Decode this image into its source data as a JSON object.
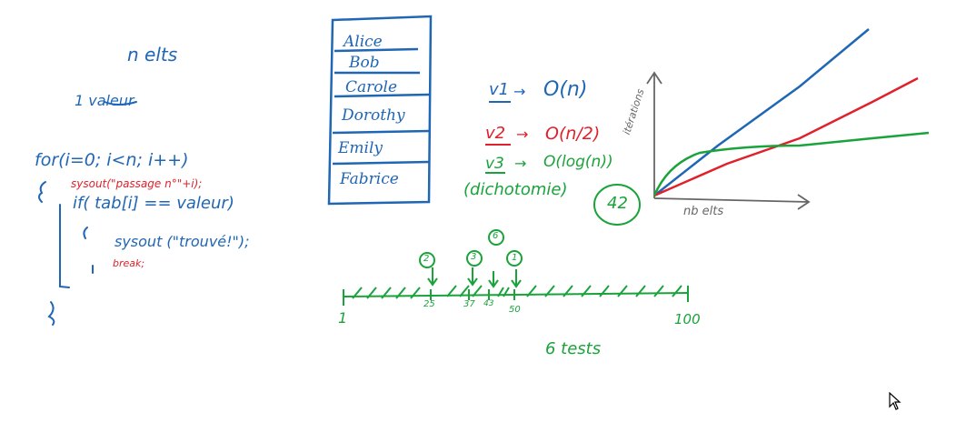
{
  "code": {
    "n_elts": "n elts",
    "one_value": "1 valeur",
    "for_line": "for(i=0; i<n; i++)",
    "sysout_passage": "sysout(\"passage n°\"+i);",
    "if_line": "if( tab[i] == valeur)",
    "sysout_found": "sysout (\"trouvé!\");",
    "break_stmt": "break;"
  },
  "names": [
    "Alice",
    "Bob",
    "Carole",
    "Dorothy",
    "Emily",
    "Fabrice"
  ],
  "complexity": {
    "v1": {
      "label": "v1",
      "expr": "O(n)"
    },
    "v2": {
      "label": "v2",
      "expr": "O(n/2)"
    },
    "v3": {
      "label": "v3",
      "expr": "O(log(n))"
    },
    "dichotomie": "(dichotomie)",
    "circled_number": "42"
  },
  "graph": {
    "ylabel": "itérations",
    "xlabel": "nb elts",
    "colors": {
      "v1": "#1f66b5",
      "v2": "#e0202a",
      "v3": "#1aa33a"
    }
  },
  "number_line": {
    "start": "1",
    "end": "100",
    "ticks": [
      "25",
      "37",
      "43",
      "50"
    ],
    "step_markers": [
      "1",
      "2",
      "3",
      "6"
    ],
    "tests_label": "6 tests"
  }
}
